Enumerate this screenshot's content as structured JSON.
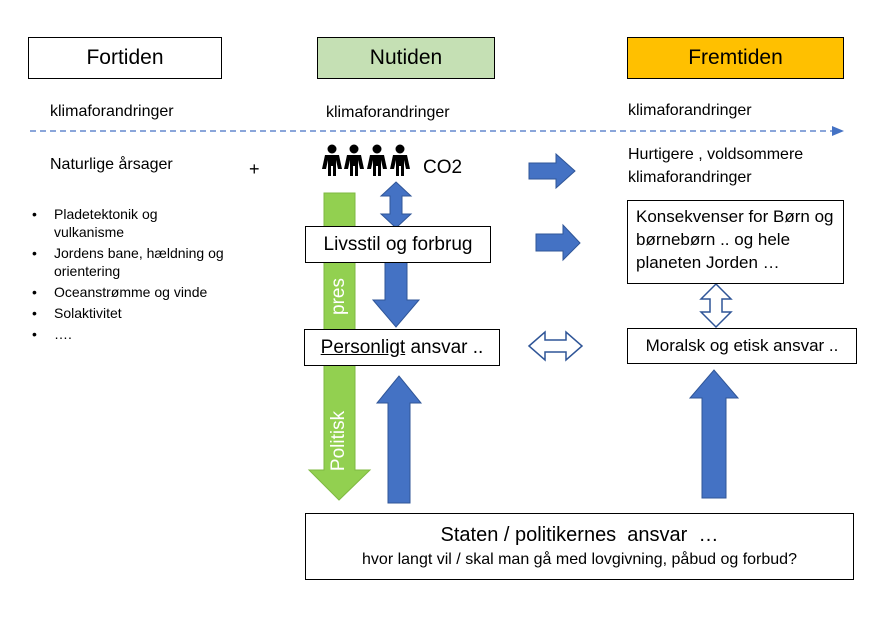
{
  "headers": {
    "past": "Fortiden",
    "present": "Nutiden",
    "future": "Fremtiden"
  },
  "timeline": {
    "past_label": "klimaforandringer",
    "present_label": "klimaforandringer",
    "future_label": "klimaforandringer"
  },
  "past": {
    "natural_causes": "Naturlige årsager",
    "causes": [
      "Pladetektonik og vulkanisme",
      "Jordens bane, hældning og orientering",
      "Oceanstrømme og vinde",
      "Solaktivitet",
      "…."
    ]
  },
  "present": {
    "plus": "+",
    "co2": "CO2",
    "lifestyle": "Livsstil og forbrug",
    "personal_underlined": "Personligt",
    "personal_rest": " ansvar ..",
    "pressure_label": "pres",
    "political_label": "Politisk"
  },
  "future": {
    "faster_changes": "Hurtigere , voldsommere klimaforandringer",
    "consequences": "Konsekvenser for Børn og børnebørn .. og hele planeten Jorden …",
    "moral": "Moralsk og etisk ansvar .."
  },
  "state": {
    "title": "Staten / politikernes  ansvar  …",
    "question": "hvor langt vil / skal man gå med lovgivning, påbud og forbud?"
  },
  "colors": {
    "present_header_bg": "#C5E0B4",
    "future_header_bg": "#FFC000",
    "arrow_blue": "#4472C4",
    "arrow_green": "#92D050",
    "timeline_dash": "#4472C4"
  }
}
